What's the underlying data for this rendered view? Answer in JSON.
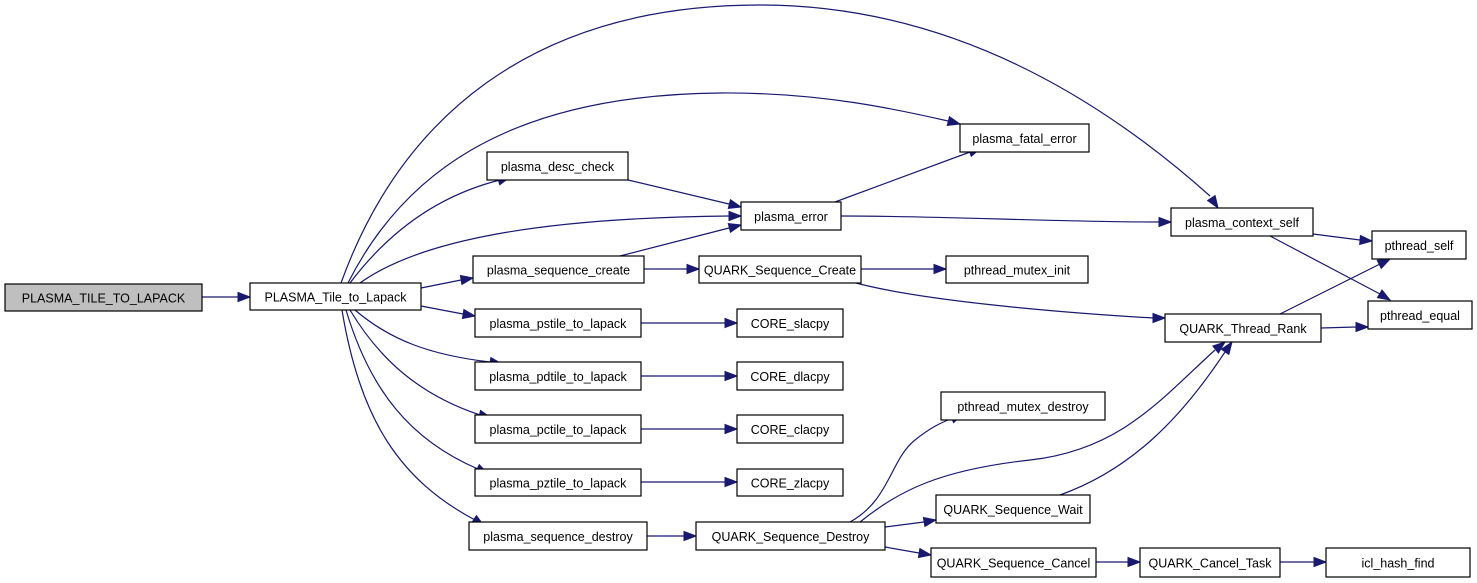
{
  "graph": {
    "type": "call-graph",
    "edge_color": "#191970",
    "root_fill": "#bfbfbf",
    "nodes": [
      {
        "id": "n0",
        "label": "PLASMA_TILE_TO_LAPACK",
        "root": true
      },
      {
        "id": "n1",
        "label": "PLASMA_Tile_to_Lapack"
      },
      {
        "id": "n2",
        "label": "plasma_context_self"
      },
      {
        "id": "n3",
        "label": "plasma_desc_check"
      },
      {
        "id": "n4",
        "label": "plasma_error"
      },
      {
        "id": "n5",
        "label": "plasma_fatal_error"
      },
      {
        "id": "n6",
        "label": "plasma_sequence_create"
      },
      {
        "id": "n7",
        "label": "plasma_pstile_to_lapack"
      },
      {
        "id": "n8",
        "label": "plasma_pdtile_to_lapack"
      },
      {
        "id": "n9",
        "label": "plasma_pctile_to_lapack"
      },
      {
        "id": "n10",
        "label": "plasma_pztile_to_lapack"
      },
      {
        "id": "n11",
        "label": "plasma_sequence_destroy"
      },
      {
        "id": "n12",
        "label": "QUARK_Sequence_Create"
      },
      {
        "id": "n13",
        "label": "CORE_slacpy"
      },
      {
        "id": "n14",
        "label": "CORE_dlacpy"
      },
      {
        "id": "n15",
        "label": "CORE_clacpy"
      },
      {
        "id": "n16",
        "label": "CORE_zlacpy"
      },
      {
        "id": "n17",
        "label": "QUARK_Sequence_Destroy"
      },
      {
        "id": "n18",
        "label": "pthread_mutex_init"
      },
      {
        "id": "n19",
        "label": "QUARK_Thread_Rank"
      },
      {
        "id": "n20",
        "label": "pthread_self"
      },
      {
        "id": "n21",
        "label": "pthread_equal"
      },
      {
        "id": "n22",
        "label": "pthread_mutex_destroy"
      },
      {
        "id": "n23",
        "label": "QUARK_Sequence_Wait"
      },
      {
        "id": "n24",
        "label": "QUARK_Sequence_Cancel"
      },
      {
        "id": "n25",
        "label": "QUARK_Cancel_Task"
      },
      {
        "id": "n26",
        "label": "icl_hash_find"
      }
    ],
    "edges": [
      {
        "from": "n0",
        "to": "n1"
      },
      {
        "from": "n1",
        "to": "n2"
      },
      {
        "from": "n1",
        "to": "n5"
      },
      {
        "from": "n1",
        "to": "n3"
      },
      {
        "from": "n1",
        "to": "n4"
      },
      {
        "from": "n1",
        "to": "n6"
      },
      {
        "from": "n1",
        "to": "n7"
      },
      {
        "from": "n1",
        "to": "n8"
      },
      {
        "from": "n1",
        "to": "n9"
      },
      {
        "from": "n1",
        "to": "n10"
      },
      {
        "from": "n1",
        "to": "n11"
      },
      {
        "from": "n3",
        "to": "n4"
      },
      {
        "from": "n6",
        "to": "n4"
      },
      {
        "from": "n4",
        "to": "n5"
      },
      {
        "from": "n4",
        "to": "n2"
      },
      {
        "from": "n6",
        "to": "n12"
      },
      {
        "from": "n12",
        "to": "n18"
      },
      {
        "from": "n12",
        "to": "n19"
      },
      {
        "from": "n7",
        "to": "n13"
      },
      {
        "from": "n8",
        "to": "n14"
      },
      {
        "from": "n9",
        "to": "n15"
      },
      {
        "from": "n10",
        "to": "n16"
      },
      {
        "from": "n11",
        "to": "n17"
      },
      {
        "from": "n2",
        "to": "n20"
      },
      {
        "from": "n2",
        "to": "n21"
      },
      {
        "from": "n19",
        "to": "n20"
      },
      {
        "from": "n19",
        "to": "n21"
      },
      {
        "from": "n17",
        "to": "n22"
      },
      {
        "from": "n17",
        "to": "n19"
      },
      {
        "from": "n17",
        "to": "n23"
      },
      {
        "from": "n17",
        "to": "n24"
      },
      {
        "from": "n23",
        "to": "n19"
      },
      {
        "from": "n24",
        "to": "n25"
      },
      {
        "from": "n25",
        "to": "n26"
      }
    ]
  }
}
